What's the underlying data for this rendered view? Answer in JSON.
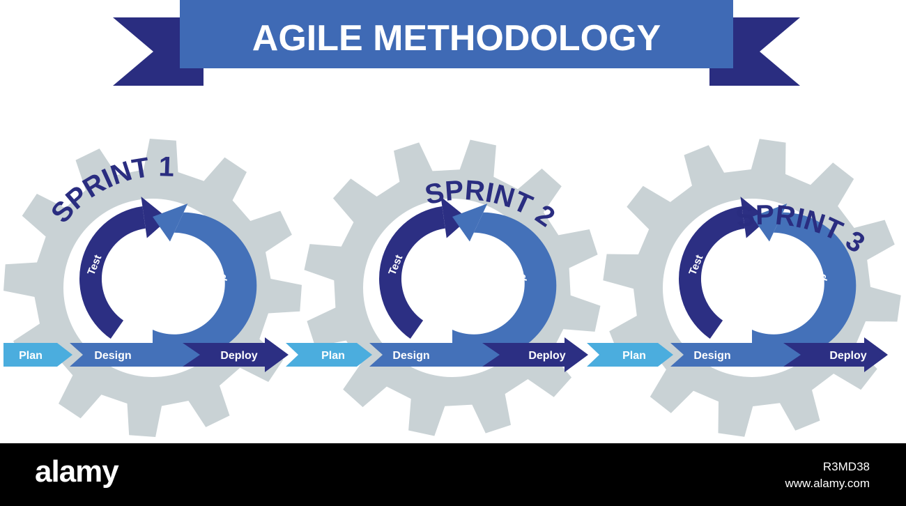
{
  "title": "AGILE METHODOLOGY",
  "colors": {
    "banner": "#3f6ab5",
    "ribbon_dark": "#2a2d80",
    "gear": "#c9d2d5",
    "arc_dark": "#2c2f83",
    "arc_mid": "#4471b9",
    "plan": "#4badde",
    "design": "#4471b9",
    "deploy": "#2c2f83",
    "text_white": "#ffffff",
    "footer_bg": "#000000"
  },
  "sprints": [
    {
      "name": "SPRINT 1",
      "test": "Test",
      "develop": "Develop",
      "plan": "Plan",
      "design": "Design",
      "deploy": "Deploy"
    },
    {
      "name": "SPRINT 2",
      "test": "Test",
      "develop": "Develop",
      "plan": "Plan",
      "design": "Design",
      "deploy": "Deploy"
    },
    {
      "name": "SPRINT 3",
      "test": "Test",
      "develop": "Develop",
      "plan": "Plan",
      "design": "Design",
      "deploy": "Deploy"
    }
  ],
  "footer": {
    "logo": "alamy",
    "image_id": "R3MD38",
    "url": "www.alamy.com"
  }
}
